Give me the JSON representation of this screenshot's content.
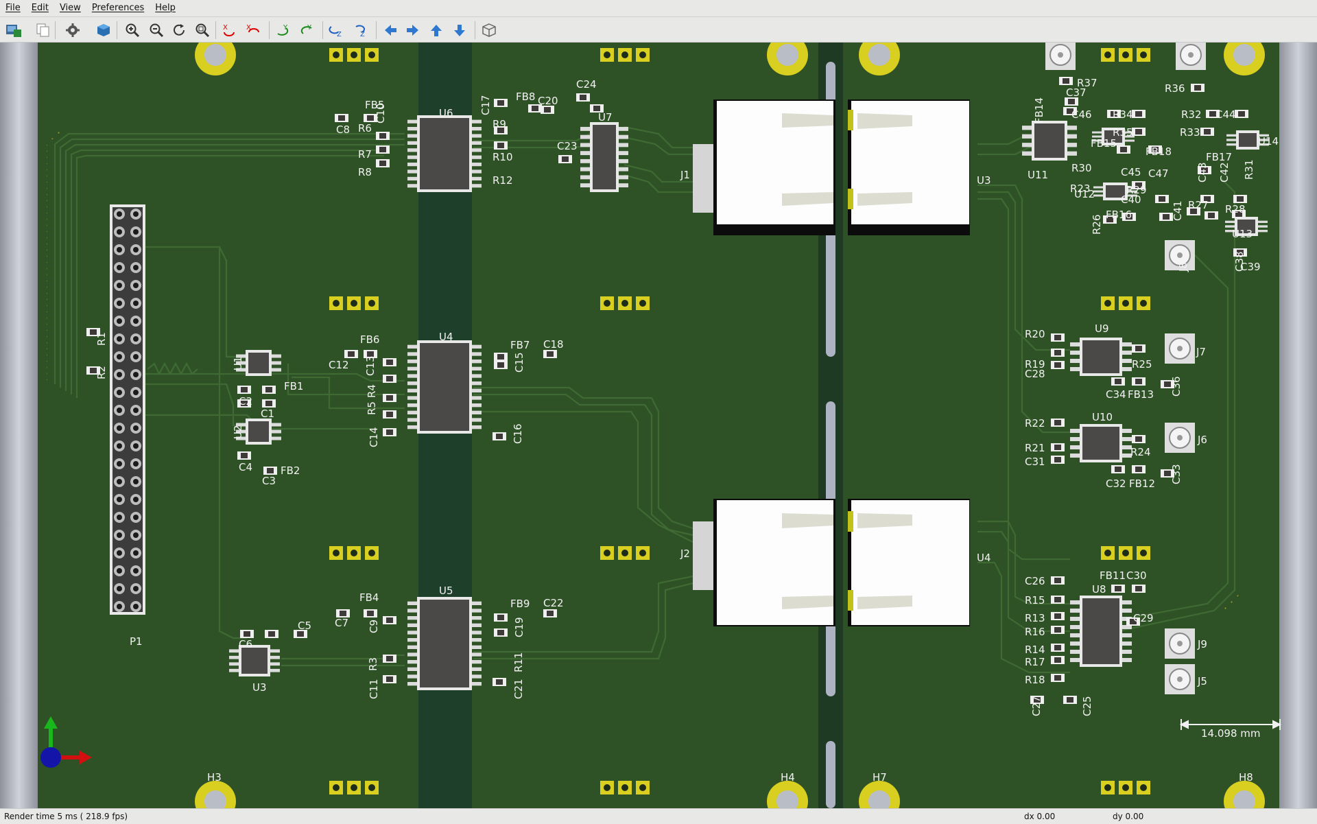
{
  "menu": {
    "items": [
      "File",
      "Edit",
      "View",
      "Preferences",
      "Help"
    ]
  },
  "toolbar": {
    "icons": [
      "save-as-image-icon",
      "copy-icon",
      "settings-icon",
      "render-mode-cube-icon",
      "zoom-in-icon",
      "zoom-out-icon",
      "redraw-icon",
      "zoom-fit-icon",
      "rotate-x-cw-icon",
      "rotate-x-ccw-icon",
      "rotate-y-cw-icon",
      "rotate-y-ccw-icon",
      "rotate-z-cw-icon",
      "rotate-z-ccw-icon",
      "move-left-icon",
      "move-right-icon",
      "move-up-icon",
      "move-down-icon",
      "orthographic-view-icon"
    ]
  },
  "colors": {
    "board": "#2e5226",
    "channel": "#1e3f2a",
    "pad": "#cbbf1a",
    "chip": "#4b4948",
    "silk": "#f2f2f2",
    "bg": "#b9bdc6"
  },
  "board": {
    "connectors": [
      "J1",
      "J2",
      "U3",
      "U4"
    ],
    "ic_labels": {
      "U6": "U6",
      "U4": "U4",
      "U5": "U5",
      "U7": "U7",
      "U1": "U1",
      "U2": "U2",
      "U3": "U3",
      "U11": "U11",
      "U12": "U12",
      "U13": "U13",
      "U14": "U14",
      "U9": "U9",
      "U10": "U10",
      "U8": "U8",
      "P1": "P1"
    },
    "holes": [
      "H3",
      "H4",
      "H7",
      "H8"
    ],
    "measurement": "14.098 mm",
    "labels_left": [
      "FB5",
      "C10",
      "R6",
      "C8",
      "R7",
      "R8",
      "C17",
      "FB8",
      "C20",
      "C24",
      "R9",
      "R10",
      "R12",
      "C23",
      "FB6",
      "C12",
      "C13",
      "R4",
      "R5",
      "C14",
      "FB7",
      "C18",
      "C15",
      "C16",
      "FB1",
      "C2",
      "C1",
      "C4",
      "C3",
      "FB2",
      "R1",
      "R2",
      "FB4",
      "C7",
      "C9",
      "R3",
      "C11",
      "FB9",
      "C22",
      "C19",
      "R11",
      "C21",
      "C6",
      "C5"
    ],
    "labels_right": [
      "R37",
      "C37",
      "FB14",
      "C46",
      "R34",
      "R32",
      "C44",
      "R36",
      "R35",
      "R33",
      "FB15",
      "FB18",
      "R30",
      "C45",
      "C47",
      "FB17",
      "C42",
      "C43",
      "R31",
      "R23",
      "R29",
      "C40",
      "R27",
      "R28",
      "FB16",
      "R26",
      "C41",
      "C38",
      "C39",
      "FB13",
      "J8",
      "J7",
      "R20",
      "R19",
      "C28",
      "R25",
      "C34",
      "C36",
      "R22",
      "R21",
      "C31",
      "R24",
      "J6",
      "C32",
      "FB12",
      "C33",
      "C26",
      "FB11",
      "C30",
      "R15",
      "R13",
      "R16",
      "C29",
      "R14",
      "R17",
      "R18",
      "J9",
      "J5",
      "C27",
      "C25"
    ]
  },
  "status": {
    "render": "Render time 5 ms ( 218.9 fps)",
    "dx": "dx 0.00",
    "dy": "dy 0.00"
  }
}
